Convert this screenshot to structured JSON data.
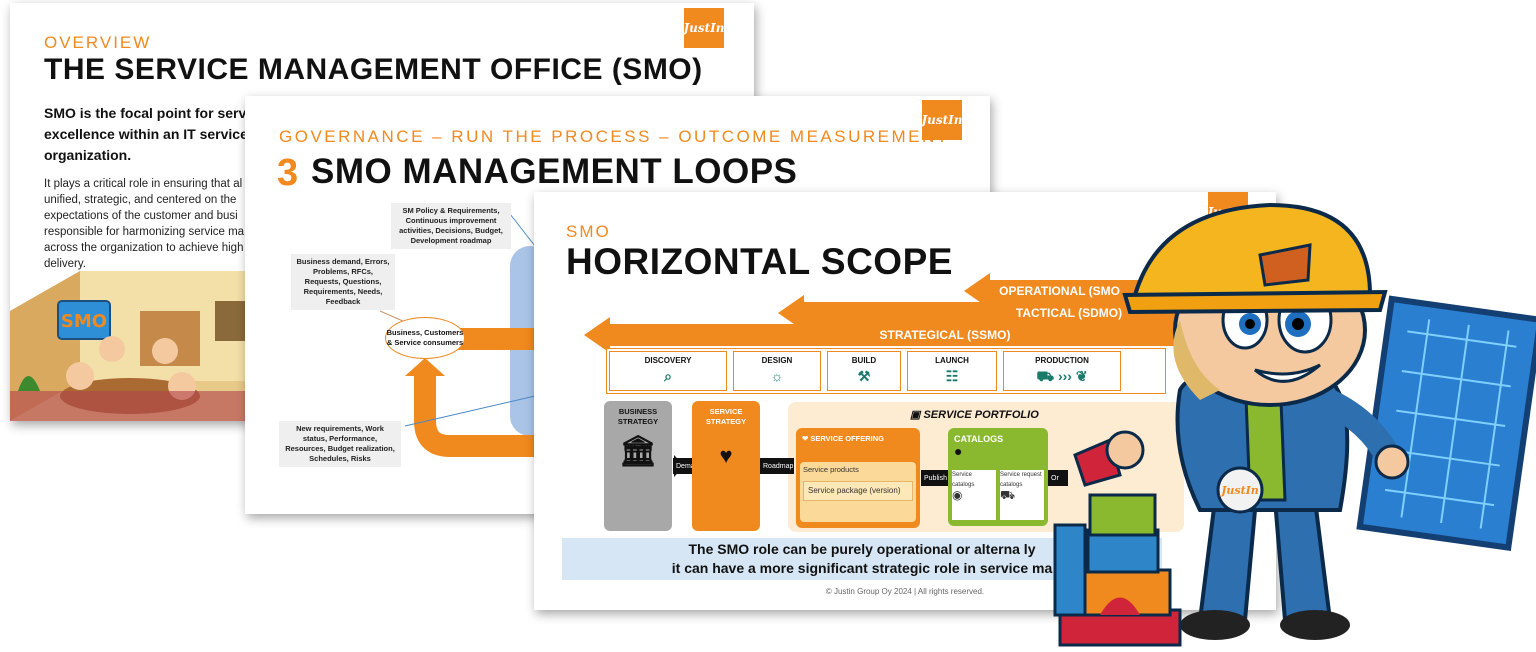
{
  "brand": {
    "logo": "JustIn",
    "accent": "#f0891e",
    "light_blue": "#d6e6f5"
  },
  "slide1": {
    "kicker": "OVERVIEW",
    "title": "THE SERVICE MANAGEMENT OFFICE (SMO)",
    "lead": "SMO is the focal point for serv excellence within an IT service organization.",
    "body": "It plays a critical role in ensuring that al unified, strategic, and centered on the expectations of the customer and busi responsible for harmonizing service ma across the organization to achieve high delivery.",
    "sign": "SMO"
  },
  "slide2": {
    "kicker": "GOVERNANCE – RUN THE PROCESS – OUTCOME MEASUREMENT",
    "number": "3",
    "title": "SMO MANAGEMENT LOOPS",
    "note_policy": "SM Policy & Requirements, Continuous improvement activities, Decisions, Budget, Development roadmap",
    "note_demand": "Business demand, Errors, Problems, RFCs, Requests, Questions, Requirements, Needs, Feedback",
    "oval": "Business, Customers & Service consumers",
    "note_requirements": "New requirements, Work status, Performance, Resources, Budget realization, Schedules, Risks"
  },
  "slide3": {
    "kicker": "SMO",
    "title": "HORIZONTAL SCOPE",
    "bands": {
      "operational": "OPERATIONAL (SMO",
      "tactical": "TACTICAL (SDMO)",
      "strategical": "STRATEGICAL (SSMO)"
    },
    "phases": [
      "DISCOVERY",
      "DESIGN",
      "BUILD",
      "LAUNCH",
      "PRODUCTION"
    ],
    "business_strategy": "BUSINESS STRATEGY",
    "service_strategy": "SERVICE STRATEGY",
    "demand": "Demand",
    "roadmap": "Roadmap",
    "portfolio": "SERVICE PORTFOLIO",
    "offering": "SERVICE OFFERING",
    "products": "Service products",
    "package": "Service package (version)",
    "publish": "Publish",
    "catalogs": "CATALOGS",
    "service_catalogs": "Service catalogs",
    "request_catalogs": "Service request catalogs",
    "order": "Or",
    "statement_line1": "The SMO role can be purely operational or alterna    ly",
    "statement_line2": "it can have a more significant strategic role in service ma",
    "copyright": "© Justin Group Oy 2024 | All rights reserved."
  },
  "mascot": {
    "badge": "JustIn"
  }
}
